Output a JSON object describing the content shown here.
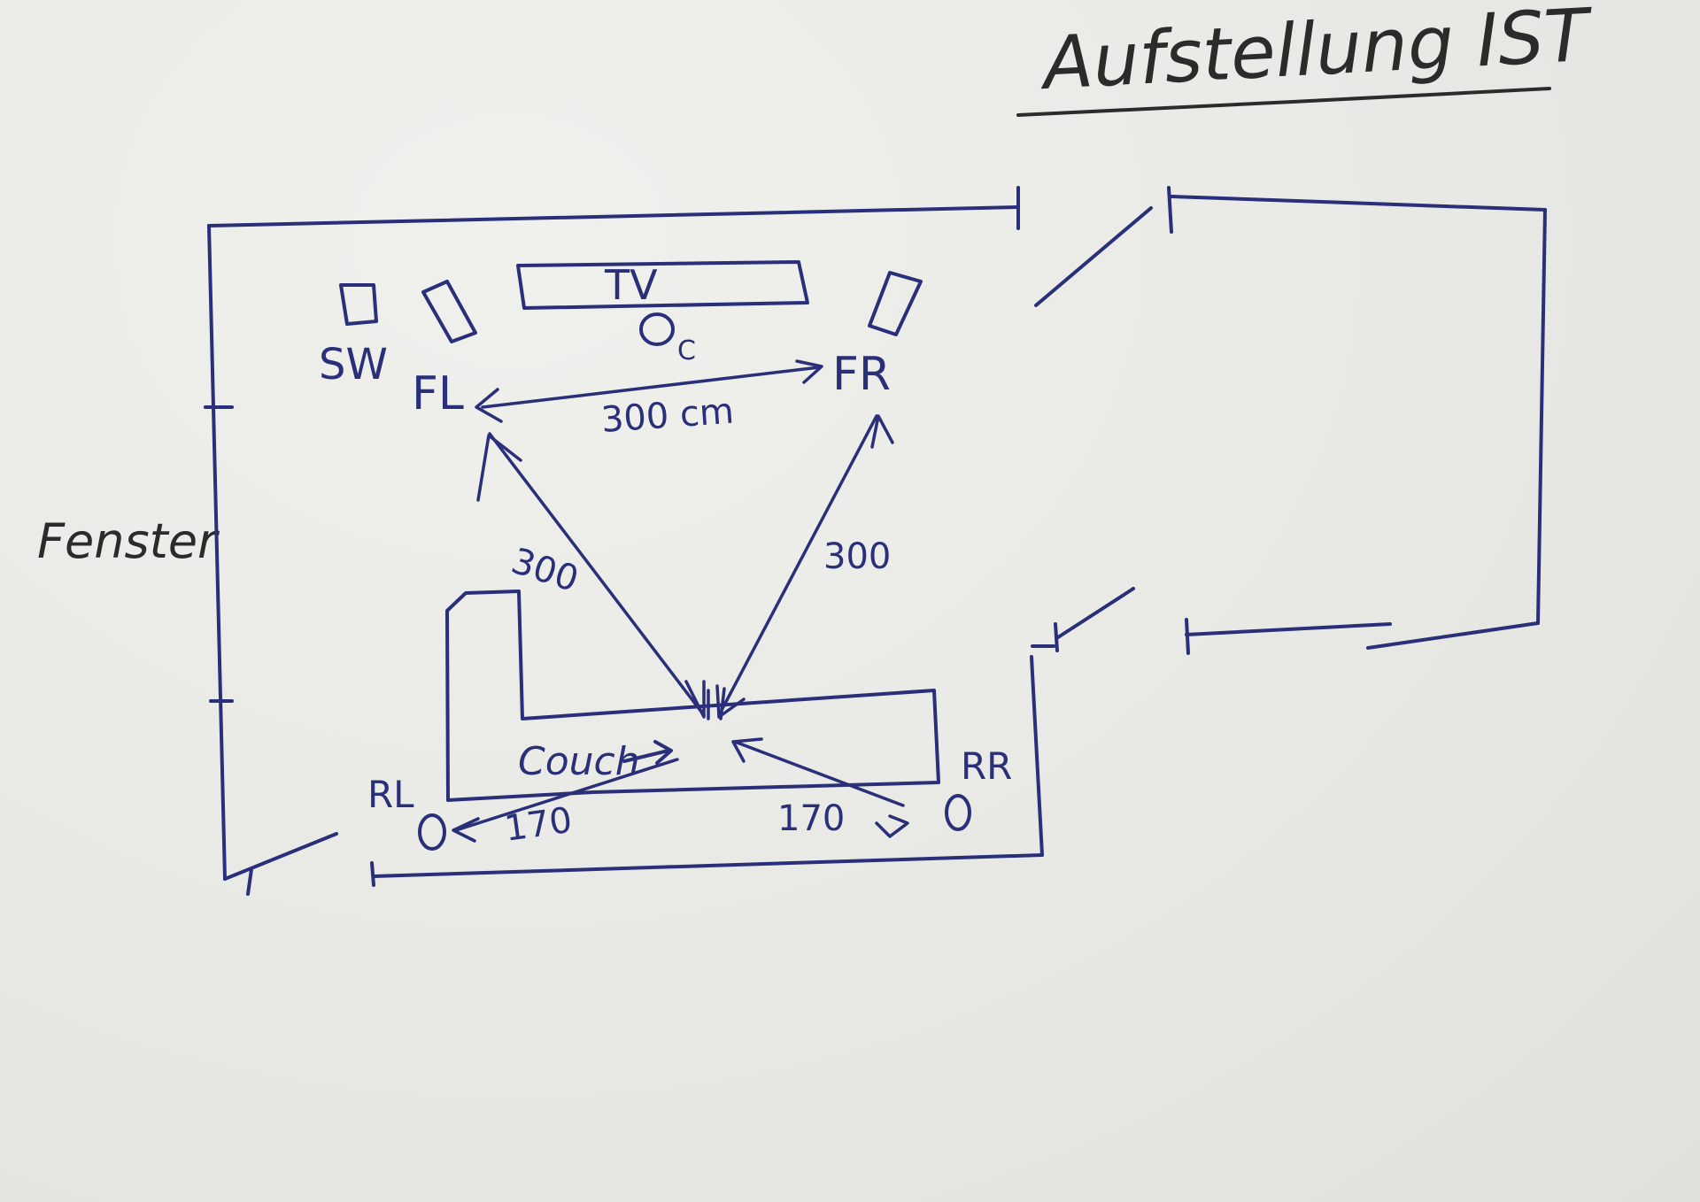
{
  "title": "Aufstellung IST",
  "window_label": "Fenster",
  "devices": {
    "tv": "TV",
    "center": "C",
    "subwoofer": "SW",
    "front_left": "FL",
    "front_right": "FR",
    "rear_left": "RL",
    "rear_right": "RR"
  },
  "furniture": {
    "couch": "Couch"
  },
  "distances": {
    "front_width": "300 cm",
    "fl_to_seat": "300",
    "fr_to_seat": "300",
    "rl_to_seat": "170",
    "rr_to_seat": "170"
  },
  "colors": {
    "ink_blue": "#2a2f7a",
    "pencil": "#2b2b2b",
    "paper": "#e9e9e6"
  }
}
